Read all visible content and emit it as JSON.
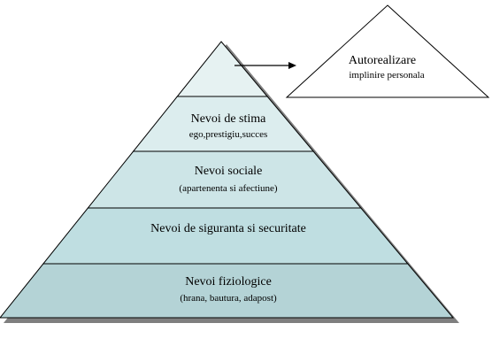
{
  "pyramid": {
    "levels": [
      {
        "title": "",
        "subtitle": "",
        "fill": "#e6f2f2"
      },
      {
        "title": "Nevoi de stima",
        "subtitle": "ego,prestigiu,succes",
        "fill": "#dcedee"
      },
      {
        "title": "Nevoi sociale",
        "subtitle": "(apartenenta si afectiune)",
        "fill": "#cde5e7"
      },
      {
        "title": "Nevoi de siguranta si securitate",
        "subtitle": "",
        "fill": "#bfdee1"
      },
      {
        "title": "Nevoi fiziologice",
        "subtitle": "(hrana, bautura, adapost)",
        "fill": "#b4d3d6"
      }
    ],
    "outline_color": "#000000"
  },
  "callout": {
    "title": "Autorealizare",
    "subtitle": "implinire personala",
    "fill": "#ffffff"
  },
  "shadow_color": "#7f7f7f"
}
